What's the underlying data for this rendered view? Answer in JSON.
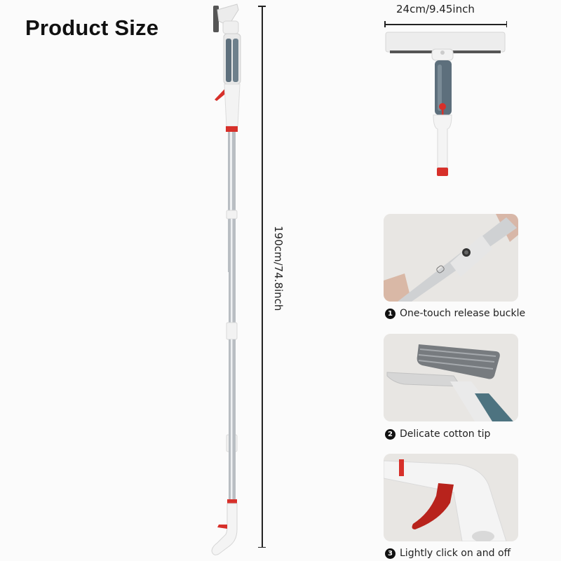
{
  "title": "Product Size",
  "dimensions": {
    "head_width": "24cm/9.45inch",
    "total_length": "190cm/74.8inch"
  },
  "colors": {
    "accent_red": "#d7302a",
    "tank_blue_gray": "#5d6f7c",
    "handle_white": "#f3f3f3",
    "panel_bg": "#e9e7e4"
  },
  "features": [
    {
      "number": "1",
      "label": "One-touch release buckle"
    },
    {
      "number": "2",
      "label": "Delicate cotton tip"
    },
    {
      "number": "3",
      "label": "Lightly click on and off"
    }
  ]
}
